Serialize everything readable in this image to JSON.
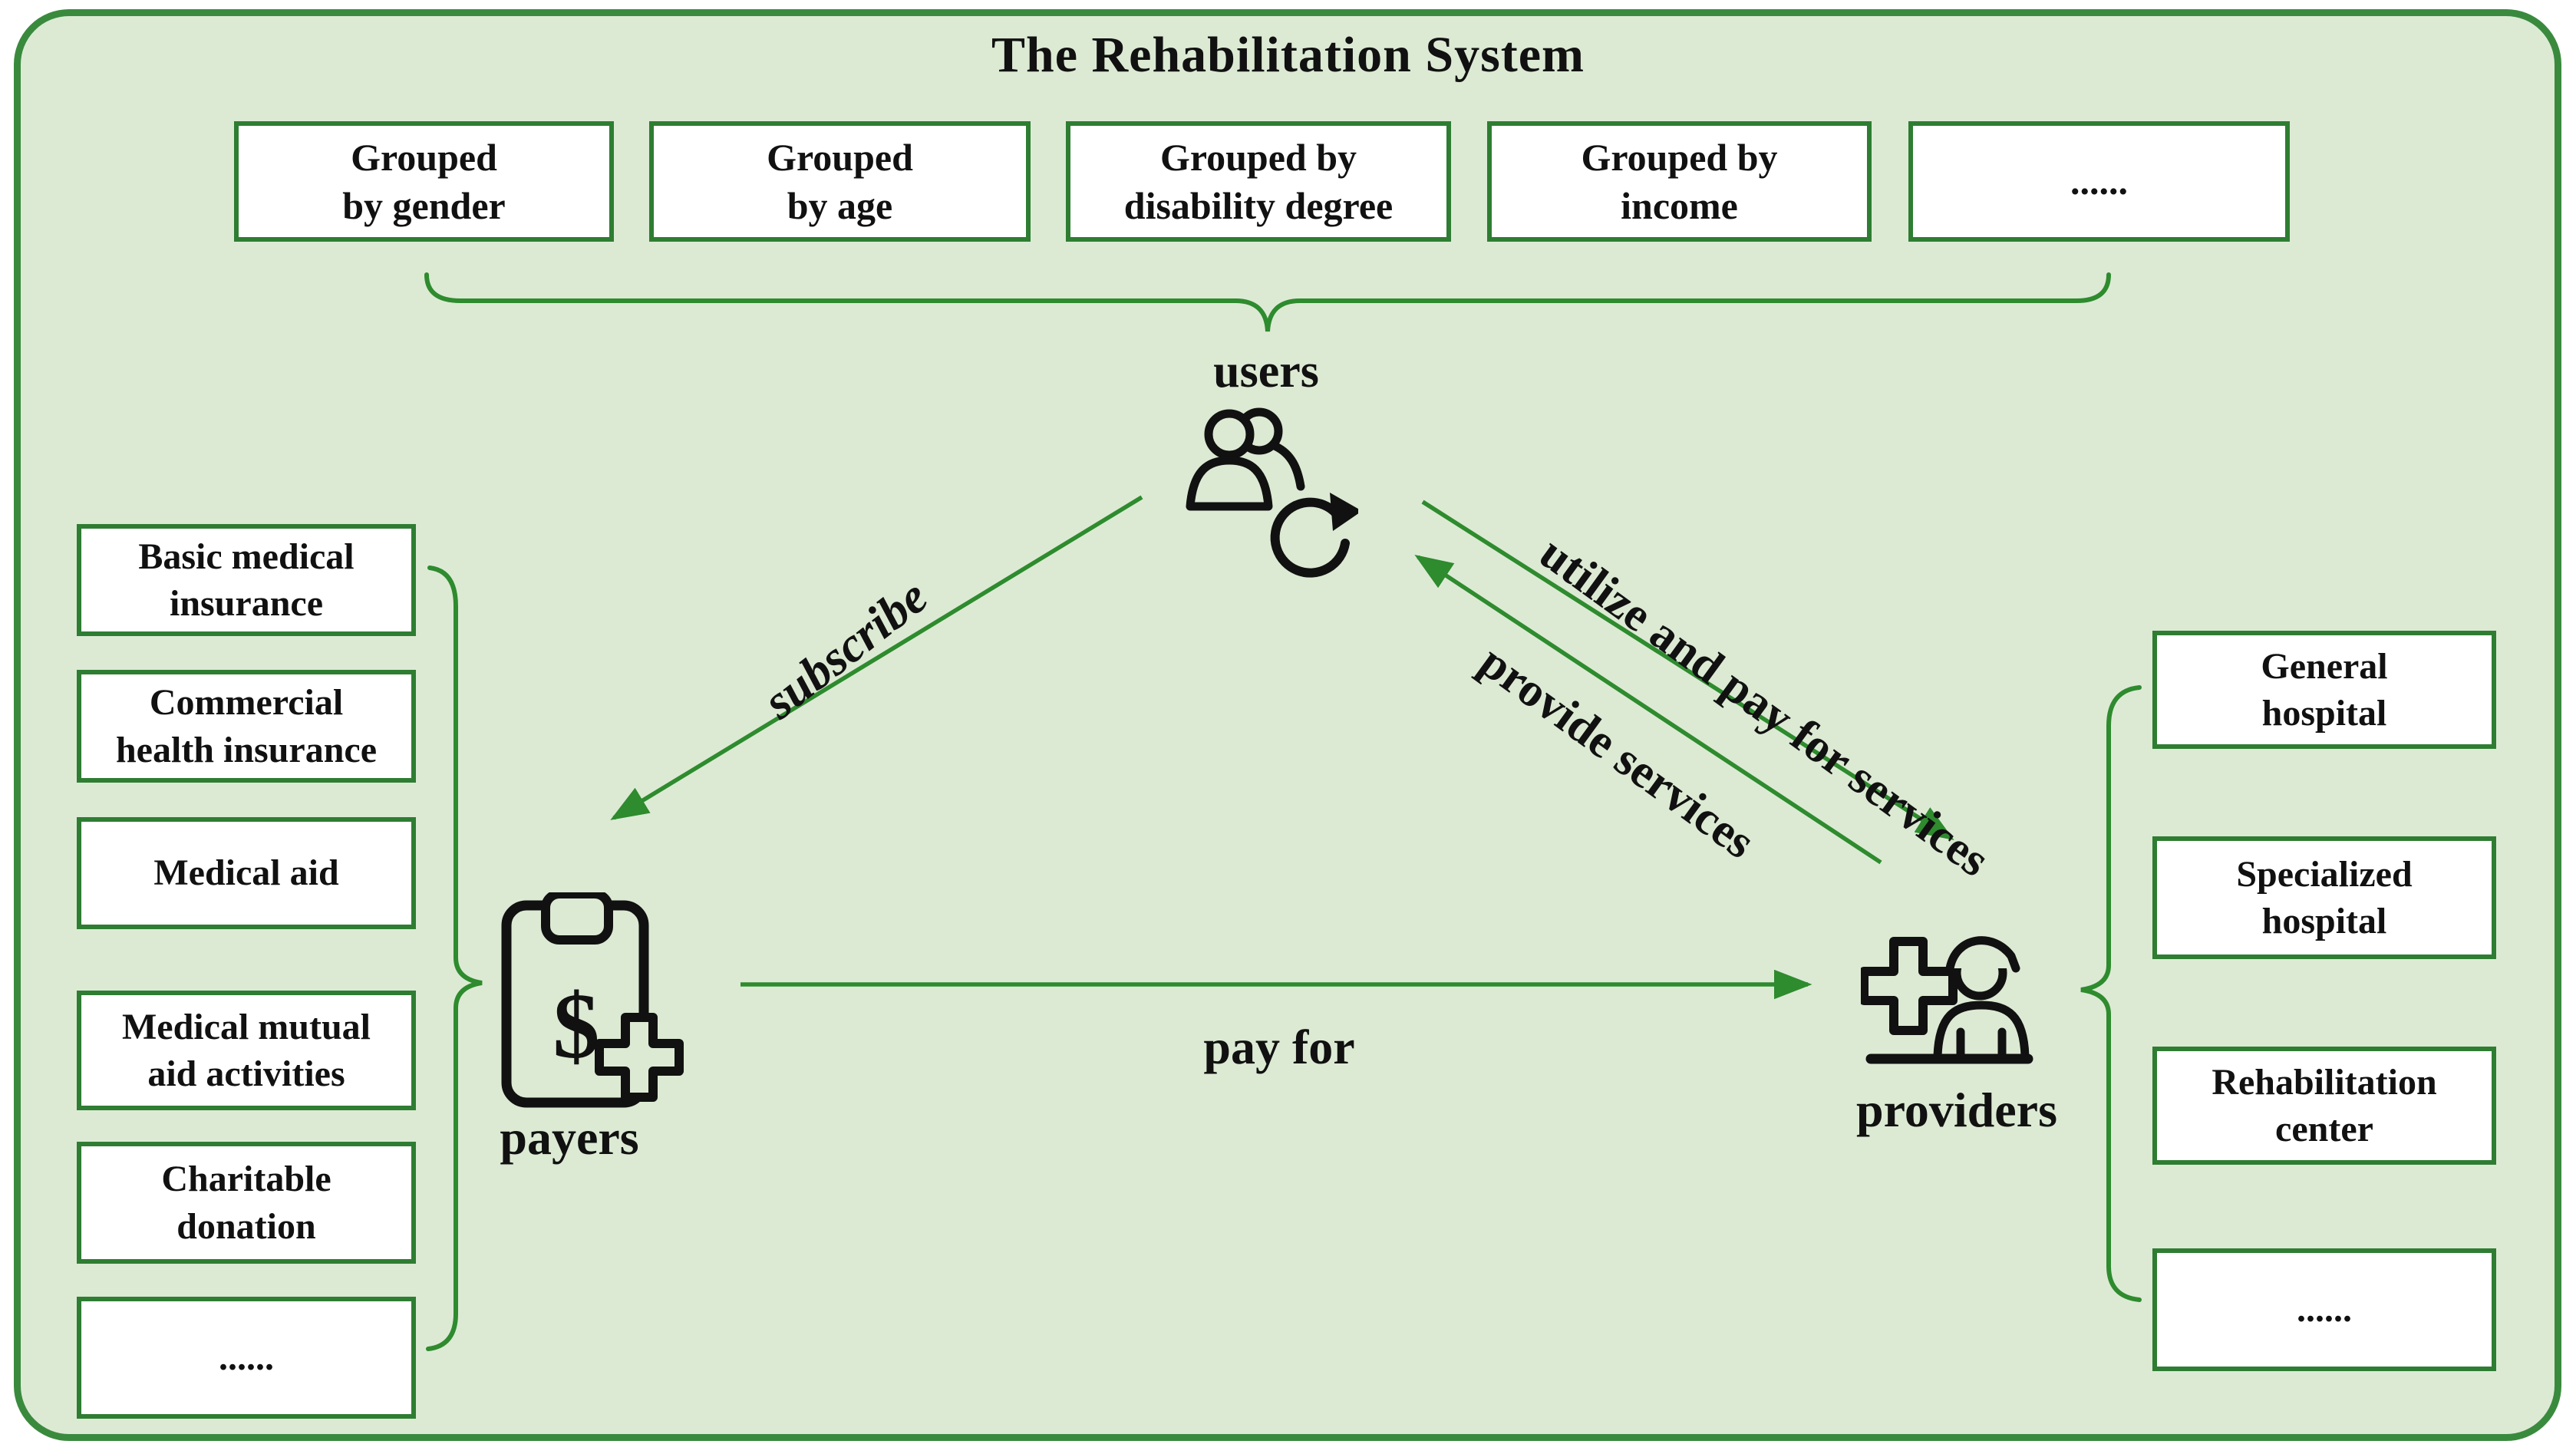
{
  "title": "The Rehabilitation System",
  "user_groups": [
    {
      "label": "Grouped\nby gender"
    },
    {
      "label": "Grouped\nby age"
    },
    {
      "label": "Grouped by\ndisability degree"
    },
    {
      "label": "Grouped by\nincome"
    },
    {
      "label": "......"
    }
  ],
  "entities": {
    "users_label": "users",
    "payers_label": "payers",
    "providers_label": "providers"
  },
  "relations": {
    "subscribe_label": "subscribe",
    "utilize_label": "utilize and pay for services",
    "provide_label": "provide services",
    "pay_for_label": "pay for"
  },
  "payer_sources": [
    {
      "label": "Basic medical\ninsurance"
    },
    {
      "label": "Commercial\nhealth insurance"
    },
    {
      "label": "Medical aid"
    },
    {
      "label": "Medical mutual\naid activities"
    },
    {
      "label": "Charitable\ndonation"
    },
    {
      "label": "......"
    }
  ],
  "provider_types": [
    {
      "label": "General\nhospital"
    },
    {
      "label": "Specialized\nhospital"
    },
    {
      "label": "Rehabilitation\ncenter"
    },
    {
      "label": "......"
    }
  ],
  "icons": {
    "users": "people-with-refresh-icon",
    "payers": "clipboard-dollar-cross-icon",
    "providers": "medical-cross-person-icon",
    "dollar_glyph": "$"
  },
  "colors": {
    "panel_fill": "#dcead4",
    "panel_border": "#3a8a3e",
    "box_border": "#2e7d32",
    "line_green": "#2e8b2e",
    "text": "#111111"
  }
}
